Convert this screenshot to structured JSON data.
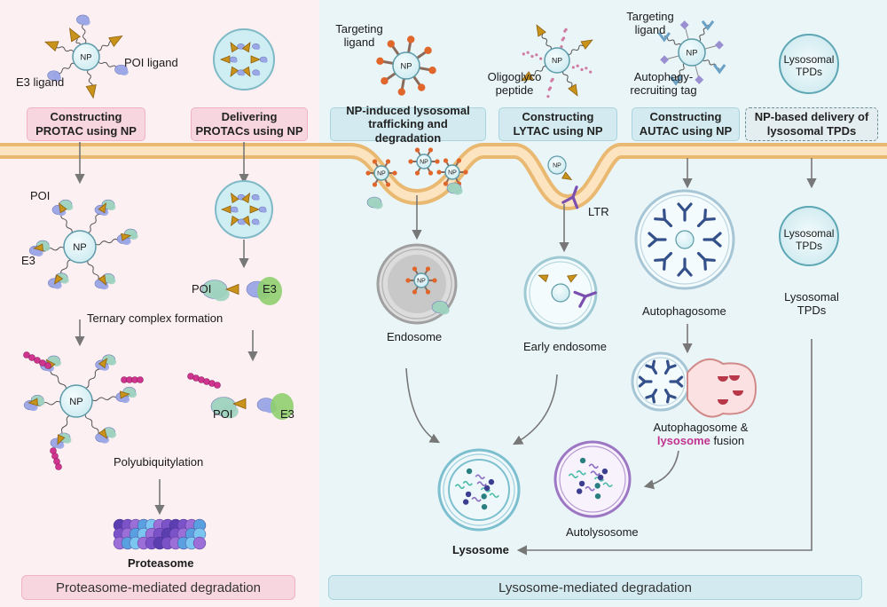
{
  "np_label": "NP",
  "labels": {
    "poi_ligand": "POI ligand",
    "e3_ligand": "E3 ligand",
    "poi": "POI",
    "e3": "E3",
    "ternary": "Ternary complex formation",
    "polyub": "Polyubiquitylation",
    "proteasome": "Proteasome",
    "targeting_ligand_1": "Targeting\nligand",
    "oligoglyco": "Oligoglyco\npeptide",
    "targeting_ligand_2": "Targeting\nligand",
    "autophagy_tag": "Autophagy-\nrecruiting tag",
    "lysosomal_tpds_top": "Lysosomal\nTPDs",
    "ltr": "LTR",
    "endosome": "Endosome",
    "early_endosome": "Early endosome",
    "autophagosome": "Autophagosome",
    "lysosomal_tpds_mid": "Lysosomal\nTPDs",
    "lysosomal_tpds_text": "Lysosomal\nTPDs",
    "fusion_line1_a": "Autophagosome &",
    "fusion_line2_lysosome": "lysosome",
    "fusion_line2_rest": " fusion",
    "autolysosome": "Autolysosome",
    "lysosome": "Lysosome"
  },
  "boxes": {
    "constructing_protac": "Constructing\nPROTAC using NP",
    "delivering_protacs": "Delivering\nPROTACs using NP",
    "np_induced": "NP-induced lysosomal\ntrafficking and degradation",
    "constructing_lytac": "Constructing\nLYTAC using NP",
    "constructing_autac": "Constructing\nAUTAC using NP",
    "np_based_delivery": "NP-based delivery of\nlysosomal TPDs"
  },
  "footer": {
    "proteasome_mediated": "Proteasome-mediated degradation",
    "lysosome_mediated": "Lysosome-mediated degradation"
  },
  "colors": {
    "left_panel": "#fcf0f3",
    "right_panel": "#eaf5f8",
    "ligand_gold": "#c9921b",
    "e3_lavender": "#9aa6e6",
    "poi_green": "#9fd3bf",
    "np_fill": "#dff3f7",
    "np_stroke": "#5d9aa8",
    "membrane": "#f2c993",
    "ubiquitin": "#d0348f",
    "proteasome_purple": "#7b52c7"
  }
}
